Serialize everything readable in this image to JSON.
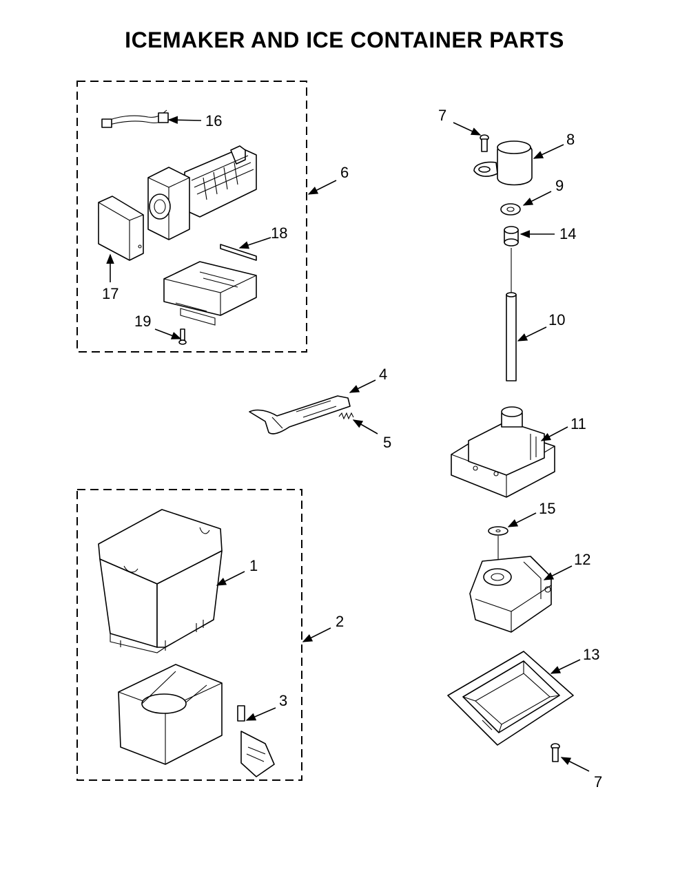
{
  "title": "ICEMAKER AND ICE CONTAINER PARTS",
  "callouts": {
    "c1": "1",
    "c2": "2",
    "c3": "3",
    "c4": "4",
    "c5": "5",
    "c6": "6",
    "c7a": "7",
    "c7b": "7",
    "c8": "8",
    "c9": "9",
    "c10": "10",
    "c11": "11",
    "c12": "12",
    "c13": "13",
    "c14": "14",
    "c15": "15",
    "c16": "16",
    "c17": "17",
    "c18": "18",
    "c19": "19"
  },
  "colors": {
    "line": "#000000",
    "background": "#ffffff"
  }
}
